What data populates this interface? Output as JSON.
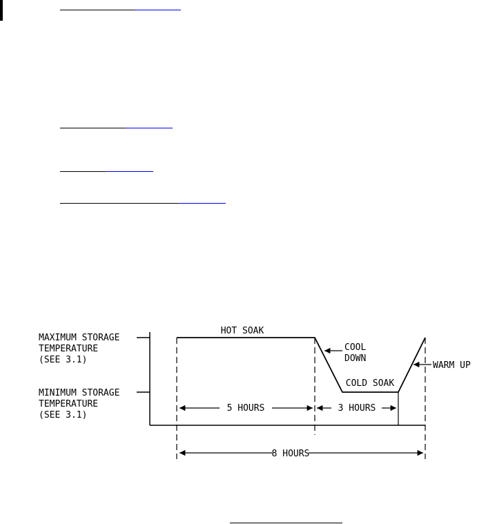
{
  "labels": {
    "max_temp": [
      "MAXIMUM STORAGE",
      "TEMPERATURE",
      "(SEE 3.1)"
    ],
    "min_temp": [
      "MINIMUM STORAGE",
      "TEMPERATURE",
      "(SEE 3.1)"
    ],
    "hot_soak": "HOT SOAK",
    "cool_down": [
      "COOL",
      "DOWN"
    ],
    "cold_soak": "COLD SOAK",
    "warm_up": "WARM UP",
    "five_hours": "5 HOURS",
    "three_hours": "3 HOURS",
    "eight_hours": "8 HOURS"
  },
  "colors": {
    "line": "#000000",
    "link_underline": "#0000ee"
  }
}
